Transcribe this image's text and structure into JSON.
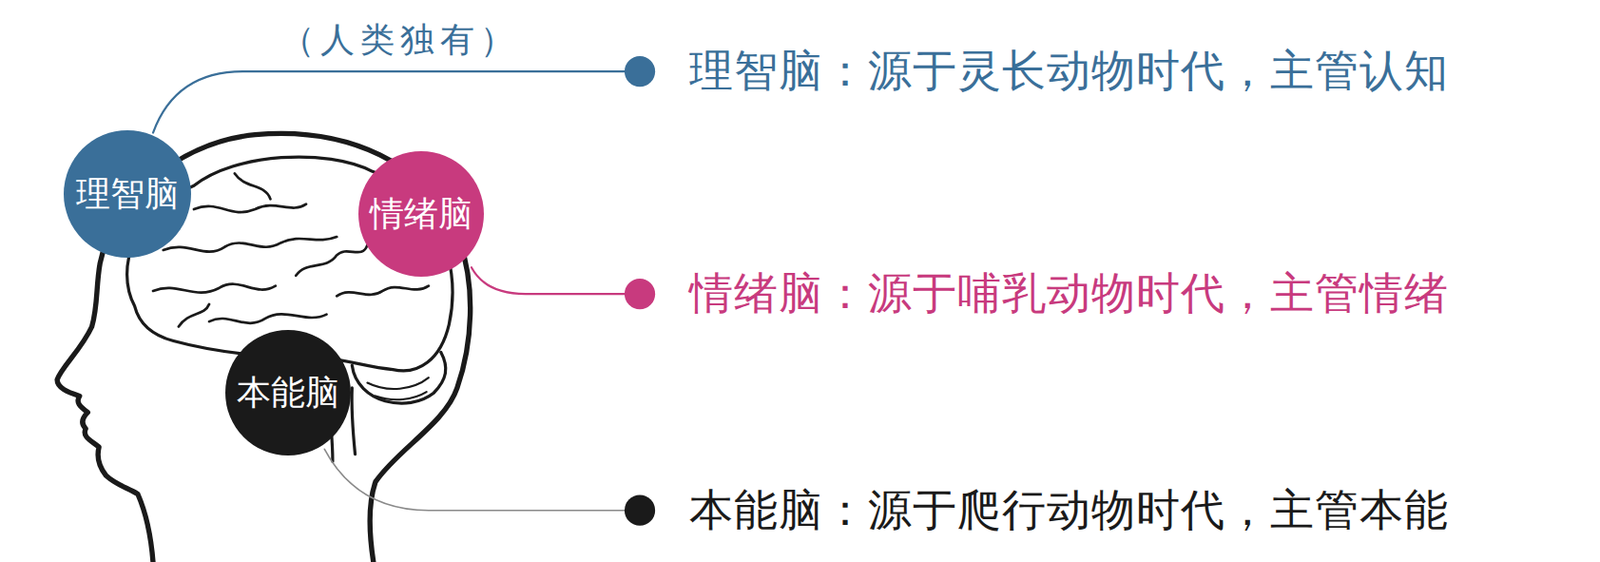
{
  "diagram": {
    "nodes": [
      {
        "text": [
          "理智脑"
        ]
      },
      {
        "text": [
          "情绪脑"
        ]
      },
      {
        "text": [
          "本能脑"
        ]
      }
    ],
    "labels": [
      "（人类独有）",
      "理智脑：源于灵长动物时代，主管认知",
      "情绪脑：源于哺乳动物时代，主管情绪",
      "本能脑：源于爬行动物时代，主管本能"
    ]
  }
}
